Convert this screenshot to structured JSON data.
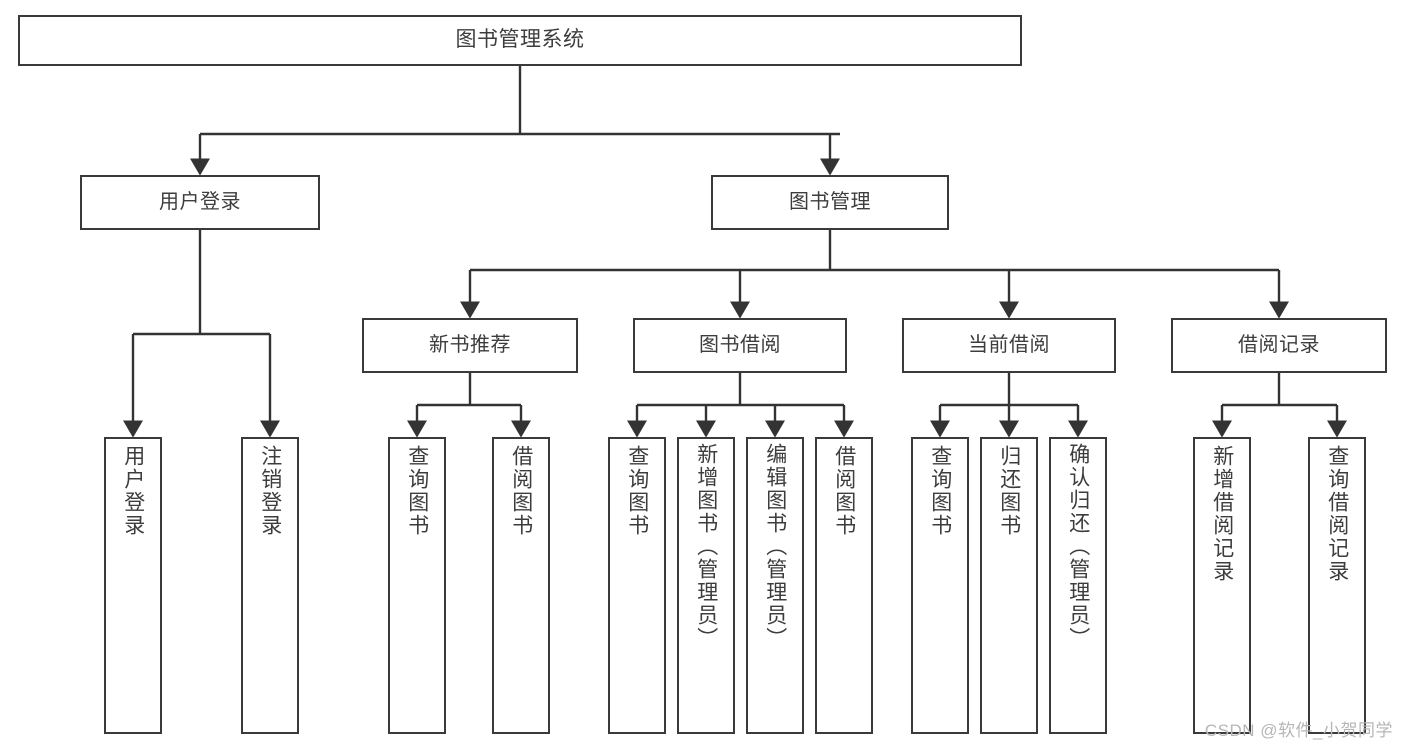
{
  "diagram": {
    "title": "图书管理系统",
    "type": "function-structure-tree",
    "watermark": "CSDN @软件_小贺同学",
    "colors": {
      "border": "#3a3a3a",
      "text": "#3d3d3d",
      "background": "#ffffff",
      "connector": "#333333",
      "watermark": "#b6b6b6"
    },
    "root": {
      "label": "图书管理系统"
    },
    "level1": [
      {
        "label": "用户登录"
      },
      {
        "label": "图书管理"
      }
    ],
    "level2": [
      {
        "label": "新书推荐"
      },
      {
        "label": "图书借阅"
      },
      {
        "label": "当前借阅"
      },
      {
        "label": "借阅记录"
      }
    ],
    "leaves": {
      "user_login": [
        {
          "label": "用户登录"
        },
        {
          "label": "注销登录"
        }
      ],
      "new_book": [
        {
          "label": "查询图书"
        },
        {
          "label": "借阅图书"
        }
      ],
      "book_borrow": [
        {
          "label": "查询图书"
        },
        {
          "label": "新增图书（管理员）"
        },
        {
          "label": "编辑图书（管理员）"
        },
        {
          "label": "借阅图书"
        }
      ],
      "current_borrow": [
        {
          "label": "查询图书"
        },
        {
          "label": "归还图书"
        },
        {
          "label": "确认归还（管理员）"
        }
      ],
      "borrow_record": [
        {
          "label": "新增借阅记录"
        },
        {
          "label": "查询借阅记录"
        }
      ]
    }
  }
}
